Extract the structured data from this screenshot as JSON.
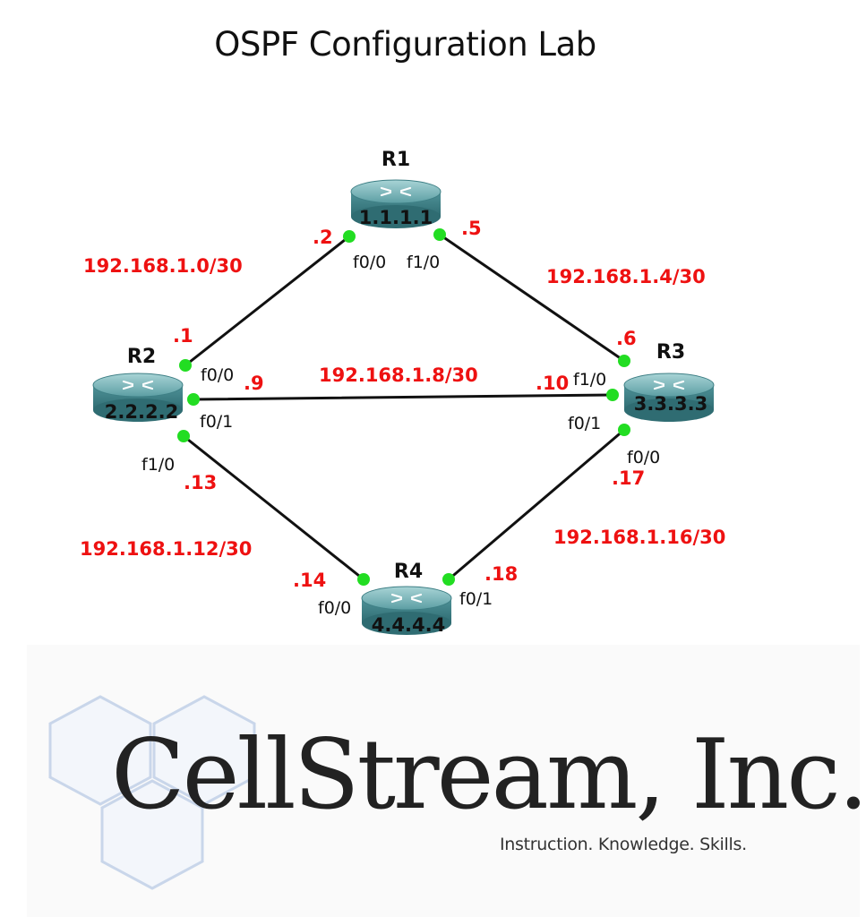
{
  "title": "OSPF Configuration Lab",
  "colors": {
    "subnet_label": "#ee1111",
    "link_line": "#111111",
    "endpoint_dot": "#22dd22",
    "router_body": "#4b8f95"
  },
  "routers": [
    {
      "id": "R1",
      "name": "R1",
      "router_id": "1.1.1.1"
    },
    {
      "id": "R2",
      "name": "R2",
      "router_id": "2.2.2.2"
    },
    {
      "id": "R3",
      "name": "R3",
      "router_id": "3.3.3.3"
    },
    {
      "id": "R4",
      "name": "R4",
      "router_id": "4.4.4.4"
    }
  ],
  "links": [
    {
      "from": "R2",
      "to": "R1",
      "subnet": "192.168.1.0/30",
      "from_host": ".1",
      "to_host": ".2",
      "from_iface": "f0/0",
      "to_iface": "f0/0"
    },
    {
      "from": "R1",
      "to": "R3",
      "subnet": "192.168.1.4/30",
      "from_host": ".5",
      "to_host": ".6",
      "from_iface": "f1/0",
      "to_iface": "f1/0"
    },
    {
      "from": "R2",
      "to": "R3",
      "subnet": "192.168.1.8/30",
      "from_host": ".9",
      "to_host": ".10",
      "from_iface": "f0/1",
      "to_iface": "f0/1"
    },
    {
      "from": "R2",
      "to": "R4",
      "subnet": "192.168.1.12/30",
      "from_host": ".13",
      "to_host": ".14",
      "from_iface": "f1/0",
      "to_iface": "f0/0"
    },
    {
      "from": "R3",
      "to": "R4",
      "subnet": "192.168.1.16/30",
      "from_host": ".17",
      "to_host": ".18",
      "from_iface": "f0/0",
      "to_iface": "f0/1"
    }
  ],
  "branding": {
    "company": "CellStream, Inc.",
    "tagline": "Instruction.  Knowledge.  Skills."
  }
}
